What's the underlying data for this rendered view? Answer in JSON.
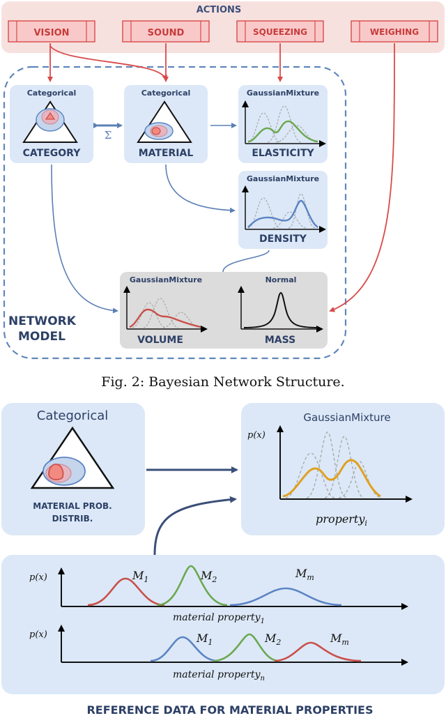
{
  "fig2": {
    "actions": {
      "title": "ACTIONS",
      "items": [
        "VISION",
        "SOUND",
        "SQUEEZING",
        "WEIGHING"
      ]
    },
    "network_model": {
      "label_line1": "NETWORK",
      "label_line2": "MODEL",
      "sum_symbol": "Σ",
      "nodes": {
        "category": {
          "dist": "Categorical",
          "name": "CATEGORY"
        },
        "material": {
          "dist": "Categorical",
          "name": "MATERIAL"
        },
        "elasticity": {
          "dist": "GaussianMixture",
          "name": "ELASTICITY"
        },
        "density": {
          "dist": "GaussianMixture",
          "name": "DENSITY"
        },
        "volume": {
          "dist": "GaussianMixture",
          "name": "VOLUME"
        },
        "mass": {
          "dist": "Normal",
          "name": "MASS"
        }
      }
    },
    "caption": "Fig. 2: Bayesian Network Structure."
  },
  "fig_bottom": {
    "categorical_title": "Categorical",
    "prob_label_line1": "MATERIAL PROB.",
    "prob_label_line2": "DISTRIB.",
    "mixture_title": "GaussianMixture",
    "px_label": "p(x)",
    "property_label": "property",
    "property_sub": "i",
    "ref": {
      "plot1_px": "p(x)",
      "plot1_xlabel": "material property",
      "plot1_sub": "1",
      "plot2_px": "p(x)",
      "plot2_xlabel": "material property",
      "plot2_sub": "n",
      "m_letter": "M",
      "subs": [
        "1",
        "2",
        "m"
      ],
      "title": "REFERENCE DATA FOR MATERIAL PROPERTIES"
    }
  },
  "colors": {
    "action_red": "#d84a4a",
    "action_fill": "#f9c9c9",
    "action_band": "#f7e1df",
    "node_blue_bg": "#dce8f7",
    "dashed_blue": "#5f86bb",
    "text_navy": "#2d4066",
    "green": "#6aa84f",
    "red_curve": "#c9504a",
    "blue_curve": "#5b84c4",
    "orange_curve": "#e0a020",
    "gray_box": "#dcdcdc"
  }
}
